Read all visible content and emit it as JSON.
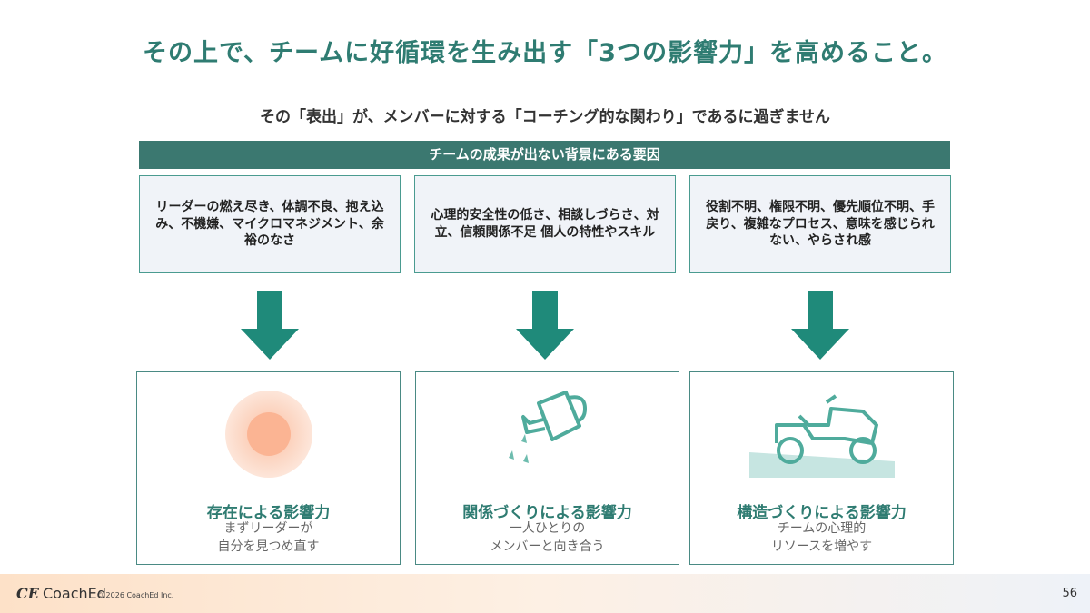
{
  "title": "その上で、チームに好循環を生み出す「3つの影響力」を高めること。",
  "subtitle": "その「表出」が、メンバーに対する「コーチング的な関わり」であるに過ぎません",
  "causes_header": "チームの成果が出ない背景にある要因",
  "causes": [
    "リーダーの燃え尽き、体調不良、抱え込み、不機嫌、マイクロマネジメント、余裕のなさ",
    "心理的安全性の低さ、相談しづらさ、対立、信頼関係不足 個人の特性やスキル",
    "役割不明、権限不明、優先順位不明、手戻り、複雑なプロセス、意味を感じられない、やらされ感"
  ],
  "cards": [
    {
      "heading": "存在による影響力",
      "line1": "まずリーダーが",
      "line2": "自分を見つめ直す",
      "icon": "sun-circle-icon"
    },
    {
      "heading": "関係づくりによる影響力",
      "line1": "一人ひとりの",
      "line2": "メンバーと向き合う",
      "icon": "watering-can-icon"
    },
    {
      "heading": "構造づくりによる影響力",
      "line1": "チームの心理的",
      "line2": "リソースを増やす",
      "icon": "tractor-icon"
    }
  ],
  "footer": {
    "logo_mark": "CE",
    "brand": "CoachEd",
    "copyright": "© 2026 CoachEd Inc.",
    "page": "56"
  },
  "colors": {
    "accent": "#2f7c72",
    "bar": "#3b7870",
    "icon": "#4fab9c"
  }
}
